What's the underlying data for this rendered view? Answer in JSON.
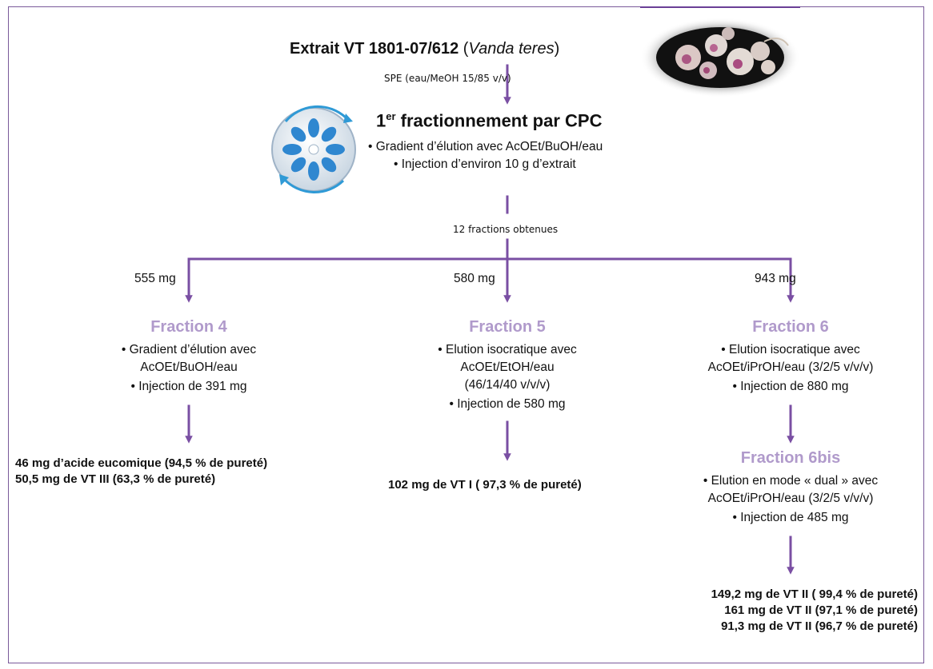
{
  "title": {
    "prefix": "Extrait VT 1801-07/612",
    "open": " (",
    "species": "Vanda teres",
    "close": ")"
  },
  "spe_label": "SPE (eau/MeOH 15/85 v/v)",
  "cpc": {
    "title_main": "1",
    "title_sup": "er",
    "title_rest": " fractionnement par CPC",
    "bullets": [
      "• Gradient d’élution avec AcOEt/BuOH/eau",
      "• Injection d’environ 10 g d’extrait"
    ]
  },
  "fractions_label": "12 fractions obtenues",
  "masses": [
    "555 mg",
    "580 mg",
    "943 mg"
  ],
  "fraction4": {
    "name": "Fraction 4",
    "lines": [
      "• Gradient d’élution avec",
      "AcOEt/BuOH/eau",
      "• Injection de 391 mg"
    ],
    "results": [
      "46 mg d’acide eucomique (94,5 % de pureté)",
      "50,5 mg de VT III (63,3 % de pureté)"
    ]
  },
  "fraction5": {
    "name": "Fraction 5",
    "lines": [
      "• Elution isocratique avec",
      "AcOEt/EtOH/eau",
      "(46/14/40 v/v/v)",
      "• Injection de 580 mg"
    ],
    "results": [
      "102 mg de VT I ( 97,3 % de pureté)"
    ]
  },
  "fraction6": {
    "name": "Fraction 6",
    "lines": [
      "• Elution isocratique avec",
      "AcOEt/iPrOH/eau (3/2/5 v/v/v)",
      "• Injection de 880 mg"
    ]
  },
  "fraction6bis": {
    "name": "Fraction 6bis",
    "lines": [
      "• Elution en mode « dual » avec",
      "AcOEt/iPrOH/eau (3/2/5 v/v/v)",
      "• Injection de 485 mg"
    ],
    "results": [
      "149,2 mg de VT II ( 99,4 % de pureté)",
      "161 mg de VT II (97,1 % de pureté)",
      "91,3 mg de VT II (96,7 % de pureté)"
    ]
  },
  "colors": {
    "arrow": "#7a4fa3",
    "fraction_title": "#b09acb",
    "frame": "#7a5a9a"
  }
}
